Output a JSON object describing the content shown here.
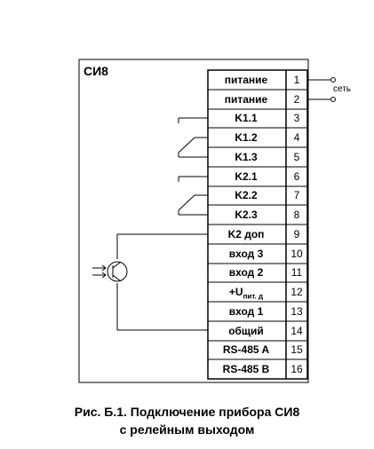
{
  "device": {
    "title": "СИ8"
  },
  "terminals": [
    {
      "label": "питание",
      "num": "1"
    },
    {
      "label": "питание",
      "num": "2"
    },
    {
      "label": "K1.1",
      "num": "3"
    },
    {
      "label": "K1.2",
      "num": "4"
    },
    {
      "label": "K1.3",
      "num": "5"
    },
    {
      "label": "K2.1",
      "num": "6"
    },
    {
      "label": "K2.2",
      "num": "7"
    },
    {
      "label": "K2.3",
      "num": "8"
    },
    {
      "label": "K2 доп",
      "num": "9"
    },
    {
      "label": "вход 3",
      "num": "10"
    },
    {
      "label": "вход 2",
      "num": "11"
    },
    {
      "label_main": "+U",
      "label_sub": "пит. д",
      "num": "12"
    },
    {
      "label": "вход 1",
      "num": "13"
    },
    {
      "label": "общий",
      "num": "14"
    },
    {
      "label": "RS-485 A",
      "num": "15"
    },
    {
      "label": "RS-485 B",
      "num": "16"
    }
  ],
  "net": {
    "label": "сеть"
  },
  "caption": {
    "line1": "Рис. Б.1. Подключение прибора СИ8",
    "line2": "с релейным выходом"
  }
}
